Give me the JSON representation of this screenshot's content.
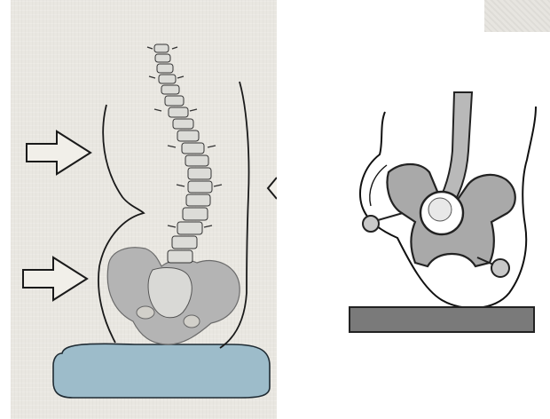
{
  "figure": {
    "panels": [
      {
        "name": "left",
        "style": "hand-drawn sketch: scoliotic spine seated on a cushion, lateral force arrows"
      },
      {
        "name": "right",
        "style": "schematic: tilted pelvis seated on a flat platform"
      }
    ]
  },
  "colors": {
    "paper": "#e9e7e1",
    "outline": "#1a1a1a",
    "cushion_fill": "#9dbcca",
    "pelvis_fill": "#b4b4b4",
    "spine_fill": "#d9d9d6",
    "platform_fill": "#7a7a7a",
    "right_pelvis_fill": "#a9a9a9",
    "right_bone_fill": "#c8c8c8"
  },
  "arrows": [
    {
      "name": "upper-left-arrow",
      "direction": "right"
    },
    {
      "name": "lower-left-arrow",
      "direction": "right"
    },
    {
      "name": "right-edge-arrow",
      "direction": "left"
    }
  ]
}
